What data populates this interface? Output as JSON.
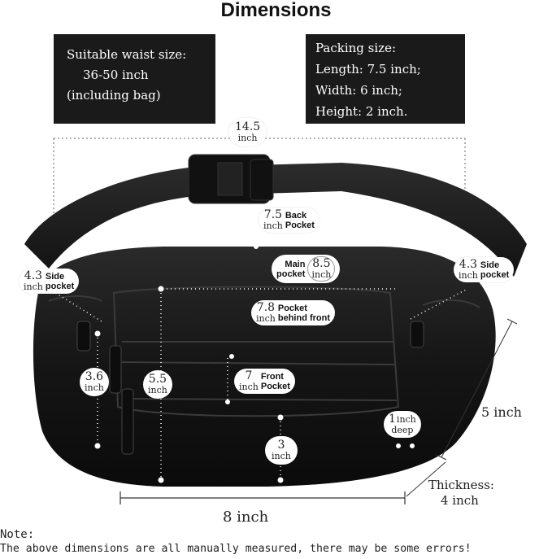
{
  "title": "Dimensions",
  "waist_box": {
    "line1": "Suitable waist size:",
    "line2": "36-50 inch",
    "line3": "(including bag)"
  },
  "packing_box": {
    "heading": "Packing size:",
    "length": "Length: 7.5 inch;",
    "width": "Width: 6 inch;",
    "height": "Height: 2 inch."
  },
  "callouts": {
    "strap_width": {
      "num": "14.5",
      "unit": "inch"
    },
    "back_pocket": {
      "num": "7.5",
      "unit": "inch",
      "name1": "Back",
      "name2": "Pocket"
    },
    "main_pocket": {
      "num": "8.5",
      "unit": "inch",
      "name1": "Main",
      "name2": "pocket"
    },
    "side_left": {
      "num": "4.3",
      "unit": "inch",
      "name1": "Side",
      "name2": "pocket"
    },
    "side_right": {
      "num": "4.3",
      "unit": "inch",
      "name1": "Side",
      "name2": "pocket"
    },
    "pocket_behind_front": {
      "num": "7.8",
      "unit": "inch",
      "name1": "Pocket",
      "name2": "behind front"
    },
    "front_pocket": {
      "num": "7",
      "unit": "inch",
      "name1": "Front",
      "name2": "Pocket"
    },
    "left_height": {
      "num": "3.6",
      "unit": "inch"
    },
    "middle_height": {
      "num": "5.5",
      "unit": "inch"
    },
    "bottom_depth": {
      "num": "3",
      "unit": "inch"
    },
    "deep": {
      "num": "1",
      "unit": "inch",
      "name": "deep"
    }
  },
  "dimensions": {
    "height_label": "5 inch",
    "width_label": "8 inch",
    "thickness_line1": "Thickness:",
    "thickness_line2": "4 inch"
  },
  "note": {
    "label": "Note:",
    "text": "The above dimensions are all manually measured, there may be some errors!"
  },
  "colors": {
    "bag": "#141414",
    "strap": "#1c1c1c",
    "background": "#ffffff",
    "box": "#1a1a1a"
  }
}
